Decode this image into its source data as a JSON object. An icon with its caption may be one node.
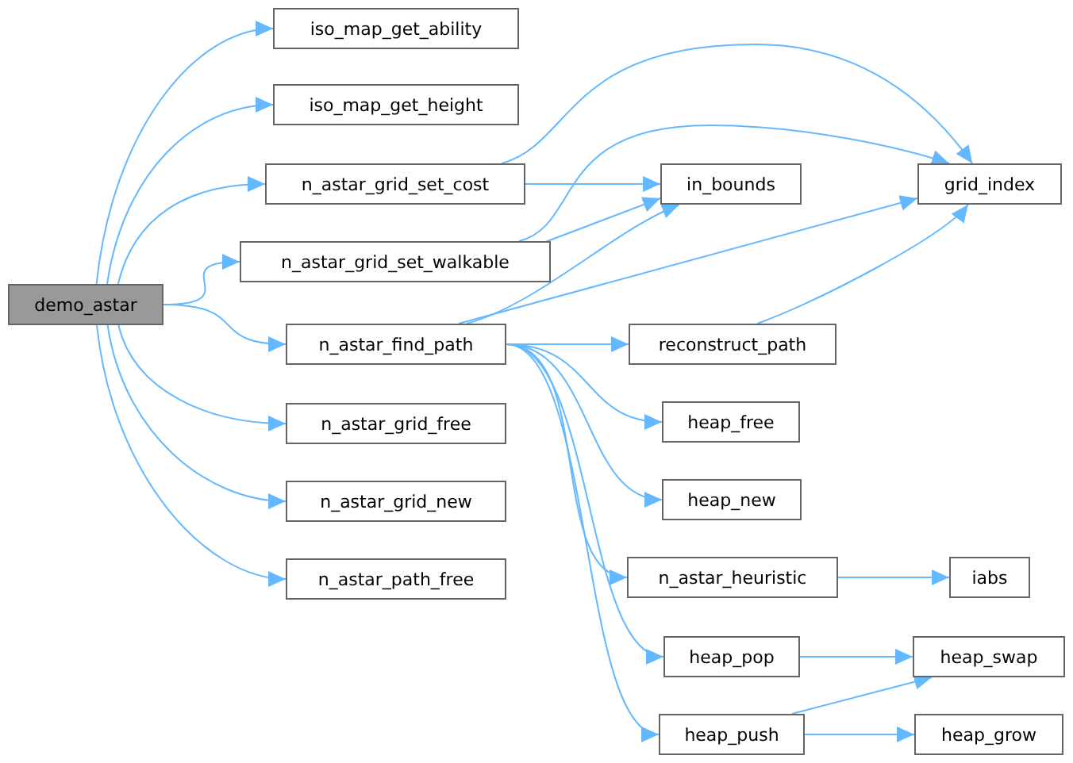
{
  "diagram": {
    "nodes": [
      {
        "text": [
          "demo_astar"
        ]
      },
      {
        "text": [
          "iso_map_get_ability"
        ]
      },
      {
        "text": [
          "iso_map_get_height"
        ]
      },
      {
        "text": [
          "n_astar_grid_set_cost"
        ]
      },
      {
        "text": [
          "n_astar_grid_set_walkable"
        ]
      },
      {
        "text": [
          "n_astar_find_path"
        ]
      },
      {
        "text": [
          "n_astar_grid_free"
        ]
      },
      {
        "text": [
          "n_astar_grid_new"
        ]
      },
      {
        "text": [
          "n_astar_path_free"
        ]
      },
      {
        "text": [
          "in_bounds"
        ]
      },
      {
        "text": [
          "grid_index"
        ]
      },
      {
        "text": [
          "reconstruct_path"
        ]
      },
      {
        "text": [
          "heap_free"
        ]
      },
      {
        "text": [
          "heap_new"
        ]
      },
      {
        "text": [
          "n_astar_heuristic"
        ]
      },
      {
        "text": [
          "heap_pop"
        ]
      },
      {
        "text": [
          "heap_push"
        ]
      },
      {
        "text": [
          "iabs"
        ]
      },
      {
        "text": [
          "heap_swap"
        ]
      },
      {
        "text": [
          "heap_grow"
        ]
      }
    ],
    "edges": [
      {
        "from": 0,
        "to": 1,
        "arrow": "to"
      },
      {
        "from": 0,
        "to": 2,
        "arrow": "to"
      },
      {
        "from": 0,
        "to": 3,
        "arrow": "to"
      },
      {
        "from": 0,
        "to": 4,
        "arrow": "to"
      },
      {
        "from": 0,
        "to": 5,
        "arrow": "to"
      },
      {
        "from": 0,
        "to": 6,
        "arrow": "to"
      },
      {
        "from": 0,
        "to": 7,
        "arrow": "to"
      },
      {
        "from": 0,
        "to": 8,
        "arrow": "to"
      },
      {
        "from": 3,
        "to": 10,
        "arrow": "to"
      },
      {
        "from": 3,
        "to": 9,
        "arrow": "to"
      },
      {
        "from": 4,
        "to": 10,
        "arrow": "to"
      },
      {
        "from": 4,
        "to": 9,
        "arrow": "to"
      },
      {
        "from": 5,
        "to": 9,
        "arrow": "to"
      },
      {
        "from": 5,
        "to": 10,
        "arrow": "to"
      },
      {
        "from": 5,
        "to": 11,
        "arrow": "to"
      },
      {
        "from": 5,
        "to": 12,
        "arrow": "to"
      },
      {
        "from": 5,
        "to": 13,
        "arrow": "to"
      },
      {
        "from": 5,
        "to": 14,
        "arrow": "to"
      },
      {
        "from": 5,
        "to": 15,
        "arrow": "to"
      },
      {
        "from": 5,
        "to": 16,
        "arrow": "to"
      },
      {
        "from": 11,
        "to": 10,
        "arrow": "to"
      },
      {
        "from": 14,
        "to": 17,
        "arrow": "to"
      },
      {
        "from": 15,
        "to": 18,
        "arrow": "to"
      },
      {
        "from": 16,
        "to": 18,
        "arrow": "to"
      },
      {
        "from": 16,
        "to": 19,
        "arrow": "to"
      }
    ]
  }
}
